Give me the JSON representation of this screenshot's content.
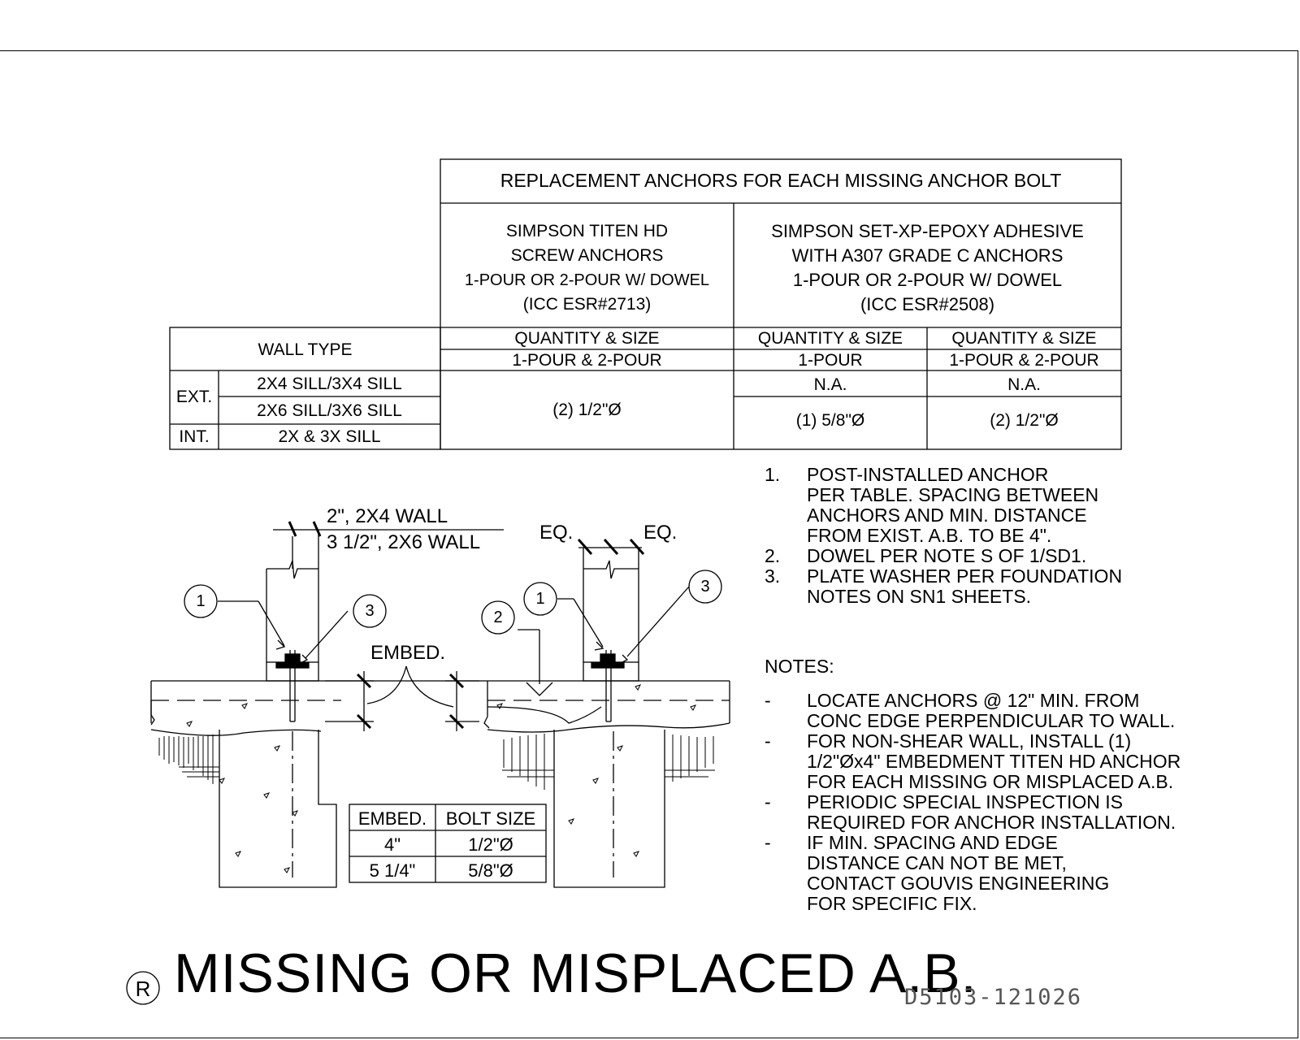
{
  "table": {
    "main_header": "REPLACEMENT ANCHORS FOR EACH MISSING ANCHOR BOLT",
    "col1_header": [
      "SIMPSON TITEN HD",
      "SCREW ANCHORS",
      "1-POUR OR 2-POUR W/ DOWEL",
      "(ICC ESR#2713)"
    ],
    "col2_header": [
      "SIMPSON SET-XP-EPOXY ADHESIVE",
      "WITH A307 GRADE C ANCHORS",
      "1-POUR OR 2-POUR W/ DOWEL",
      "(ICC ESR#2508)"
    ],
    "wall_type_label": "WALL TYPE",
    "qty_size": "QUANTITY & SIZE",
    "pour_1_2": "1-POUR & 2-POUR",
    "pour_1": "1-POUR",
    "ext_label": "EXT.",
    "int_label": "INT.",
    "row_2x4": "2X4 SILL/3X4 SILL",
    "row_2x6": "2X6 SILL/3X6 SILL",
    "row_int": "2X & 3X SILL",
    "val_titen": "(2) 1/2\"Ø",
    "val_na": "N.A.",
    "val_epoxy_1pour": "(1) 5/8\"Ø",
    "val_epoxy_2pour": "(2) 1/2\"Ø"
  },
  "embed_table": {
    "headers": [
      "EMBED.",
      "BOLT SIZE"
    ],
    "rows": [
      [
        "4\"",
        "1/2\"Ø"
      ],
      [
        "5 1/4\"",
        "5/8\"Ø"
      ]
    ]
  },
  "detail_labels": {
    "wall_2x4": "2\", 2X4 WALL",
    "wall_2x6": "3 1/2\", 2X6 WALL",
    "eq": "EQ.",
    "embed": "EMBED.",
    "callout_1": "1",
    "callout_2": "2",
    "callout_3": "3"
  },
  "numbered_notes": [
    {
      "num": "1.",
      "lines": [
        "POST-INSTALLED ANCHOR",
        "PER TABLE. SPACING BETWEEN",
        "ANCHORS AND MIN. DISTANCE",
        "FROM EXIST. A.B. TO BE 4\"."
      ]
    },
    {
      "num": "2.",
      "lines": [
        "DOWEL PER NOTE S OF 1/SD1."
      ]
    },
    {
      "num": "3.",
      "lines": [
        "PLATE WASHER PER FOUNDATION",
        "NOTES ON SN1 SHEETS."
      ]
    }
  ],
  "notes_header": "NOTES:",
  "general_notes": [
    {
      "bullet": "-",
      "lines": [
        "LOCATE ANCHORS @ 12\" MIN. FROM",
        "CONC EDGE PERPENDICULAR TO WALL."
      ]
    },
    {
      "bullet": "-",
      "lines": [
        "FOR NON-SHEAR WALL, INSTALL (1)",
        "1/2\"Øx4\" EMBEDMENT TITEN HD ANCHOR",
        "FOR EACH MISSING OR MISPLACED A.B."
      ]
    },
    {
      "bullet": "-",
      "lines": [
        "PERIODIC SPECIAL INSPECTION IS",
        "REQUIRED FOR ANCHOR INSTALLATION."
      ]
    },
    {
      "bullet": "-",
      "lines": [
        "IF MIN. SPACING AND EDGE",
        "DISTANCE CAN NOT BE MET,",
        "CONTACT GOUVIS ENGINEERING",
        "FOR SPECIFIC FIX."
      ]
    }
  ],
  "detail_mark": "R",
  "title": "MISSING OR MISPLACED A.B.",
  "drawing_number": "D5103-121026"
}
